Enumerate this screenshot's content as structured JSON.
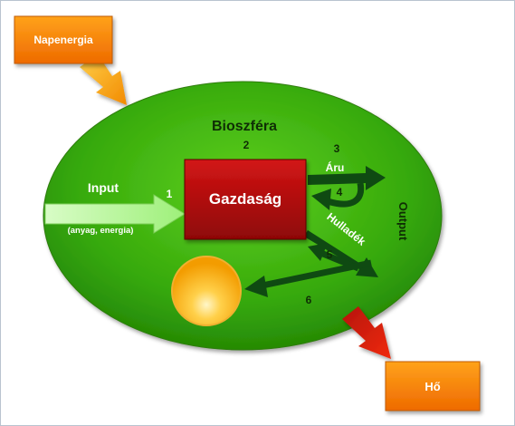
{
  "boxes": {
    "sun_energy": "Napenergia",
    "heat": "Hő",
    "economy": "Gazdaság"
  },
  "labels": {
    "biosphere": "Bioszféra",
    "input": "Input",
    "input_sub": "(anyag, energia)",
    "output": "Output",
    "goods": "Áru",
    "waste": "Hulladék"
  },
  "numbers": {
    "n1": "1",
    "n2": "2",
    "n3": "3",
    "n4": "4",
    "n5": "5",
    "n6": "6"
  },
  "colors": {
    "biosphere_green": "#36a90c",
    "arrow_dark_green": "#0f4a12",
    "economy_red": "#b30d0d",
    "orange_box": "#f58a07",
    "heat_arrow": "#d81b0a",
    "input_arrow": "#b7f79a"
  }
}
